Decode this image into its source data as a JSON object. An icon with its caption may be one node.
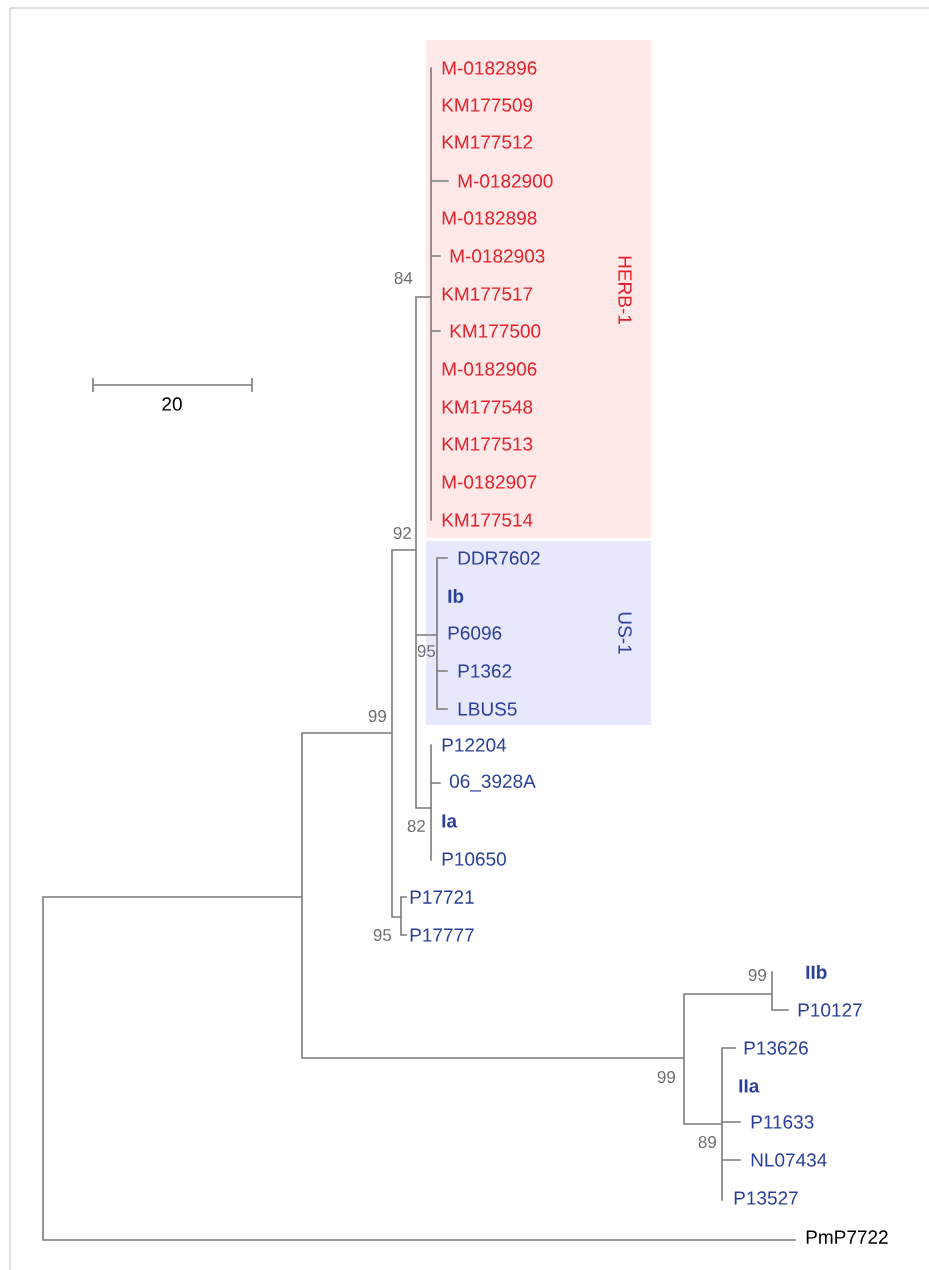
{
  "diagram": {
    "nodes": [
      {
        "text": [
          "HERB-1"
        ]
      },
      {
        "text": [
          "US-1"
        ]
      }
    ],
    "labels": [
      "M-0182896",
      "KM177509",
      "KM177512",
      "M-0182900",
      "M-0182898",
      "M-0182903",
      "84",
      "KM177517",
      "KM177500",
      "M-0182906",
      "20",
      "KM177548",
      "KM177513",
      "M-0182907",
      "KM177514",
      "92",
      "DDR7602",
      "Ib",
      "P6096",
      "95",
      "P1362",
      "LBUS5",
      "99",
      "P12204",
      "06_3928A",
      "82",
      "Ia",
      "P10650",
      "P17721",
      "95",
      "P17777",
      "99",
      "IIb",
      "P10127",
      "P13626",
      "99",
      "IIa",
      "P11633",
      "89",
      "NL07434",
      "P13527",
      "PmP7722"
    ]
  }
}
